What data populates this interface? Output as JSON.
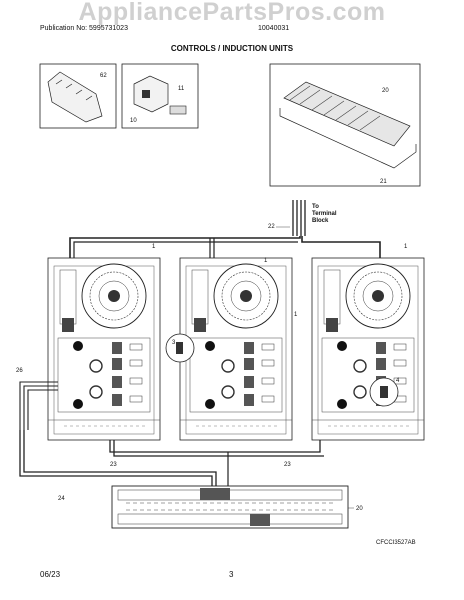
{
  "watermark": "AppliancePartsPros.com",
  "header": {
    "publication": "Publication No: 5995731023",
    "model": "10040031"
  },
  "title": "CONTROLS / INDUCTION UNITS",
  "callouts": {
    "c62": "62",
    "c10": "10",
    "c11": "11",
    "c20": "20",
    "c21": "21",
    "c22": "22",
    "c1a": "1",
    "c1b": "1",
    "c1c": "1",
    "c1d": "1",
    "c3": "3",
    "c4": "4",
    "c26": "26",
    "c23a": "23",
    "c23b": "23",
    "c24": "24",
    "c20b": "20"
  },
  "terminal_label_1": "To",
  "terminal_label_2": "Terminal",
  "terminal_label_3": "Block",
  "diagram_code": "CFCCI3527AB",
  "footer": {
    "date": "06/23",
    "page": "3"
  }
}
